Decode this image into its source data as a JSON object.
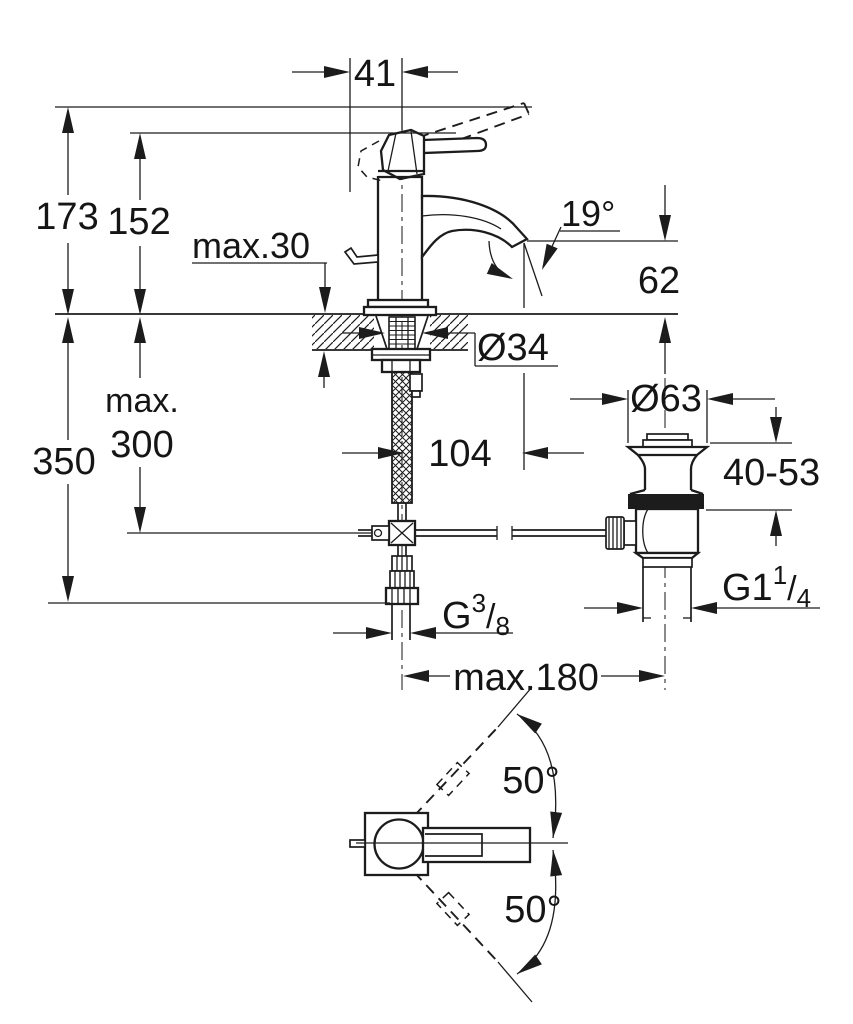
{
  "drawing": {
    "type": "technical-dimension-drawing",
    "subject": "single-lever basin faucet with pop-up waste, front view and top view",
    "colors": {
      "line": "#1c1c1c",
      "background": "#ffffff"
    }
  },
  "dimensions": {
    "handle_width": "41",
    "overall_height": "173",
    "height_to_spout_body": "152",
    "deck_thickness": "max.30",
    "spout_angle": "19°",
    "outlet_height": "62",
    "hole_diameter": "Ø34",
    "spout_reach": "104",
    "hose_max_label": "max.",
    "hose_max_value": "300",
    "below_deck_length": "350",
    "waste_flange_diameter": "Ø63",
    "mounting_range": "40-53",
    "supply_thread": {
      "base": "G",
      "sup": "3",
      "slash": "/",
      "sub": "8"
    },
    "waste_thread": {
      "base": "G1",
      "sup": "1",
      "slash": "/",
      "sub": "4"
    },
    "center_distance": "max.180",
    "swivel_angle_upper": "50°",
    "swivel_angle_lower": "50°"
  }
}
